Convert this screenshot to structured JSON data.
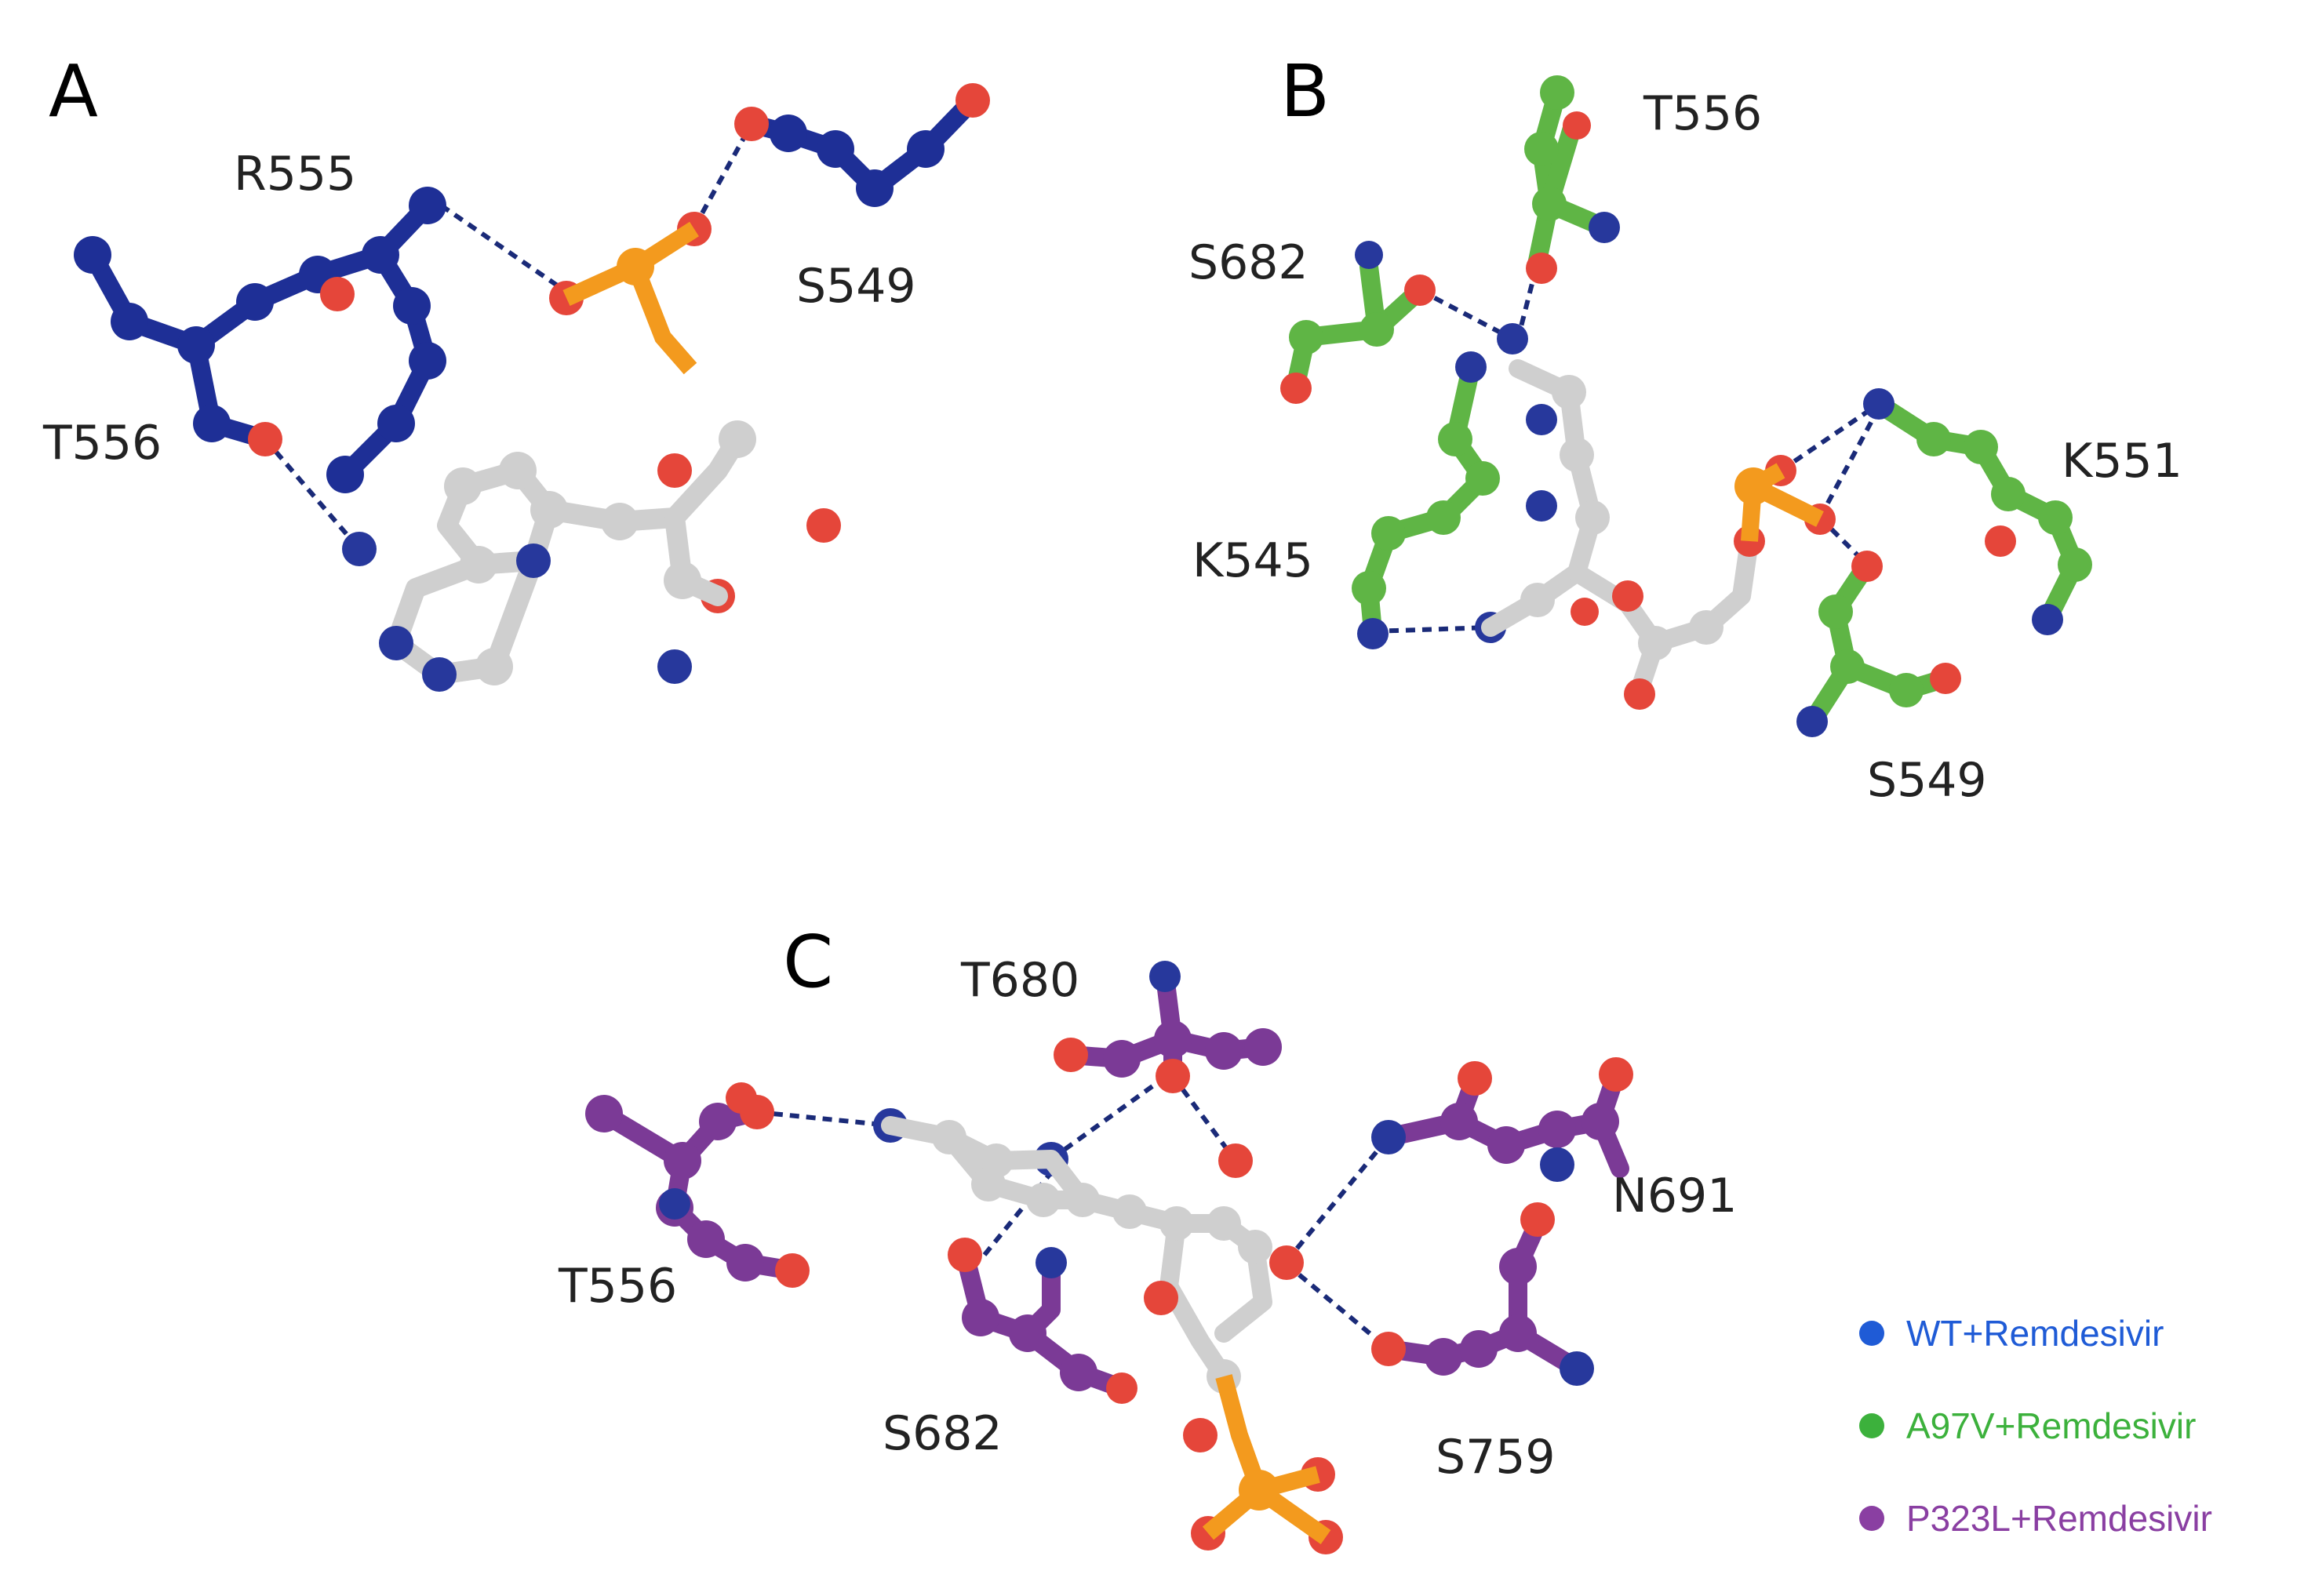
{
  "colors": {
    "wt": "#1e2f96",
    "a97v": "#5fb545",
    "p323l": "#7b3a96",
    "ligand": "#cfcfcf",
    "nitrogen": "#27389c",
    "oxygen": "#e5463a",
    "phosphorus": "#f39a1e",
    "hbond": "#1a2a78",
    "legend_wt": "#1f5bd6",
    "legend_a97v": "#3cb13c",
    "legend_p323l": "#8a3fa2"
  },
  "panels": [
    {
      "letter": "A",
      "labels": [
        "R555",
        "S549",
        "T556"
      ]
    },
    {
      "letter": "B",
      "labels": [
        "T556",
        "S682",
        "K551",
        "K545",
        "S549"
      ]
    },
    {
      "letter": "C",
      "labels": [
        "T680",
        "N691",
        "T556",
        "S682",
        "S759"
      ]
    }
  ],
  "legend": [
    {
      "label": "WT+Remdesivir",
      "color": "#1f5bd6"
    },
    {
      "label": "A97V+Remdesivir",
      "color": "#3cb13c"
    },
    {
      "label": "P323L+Remdesivir",
      "color": "#8a3fa2"
    }
  ]
}
